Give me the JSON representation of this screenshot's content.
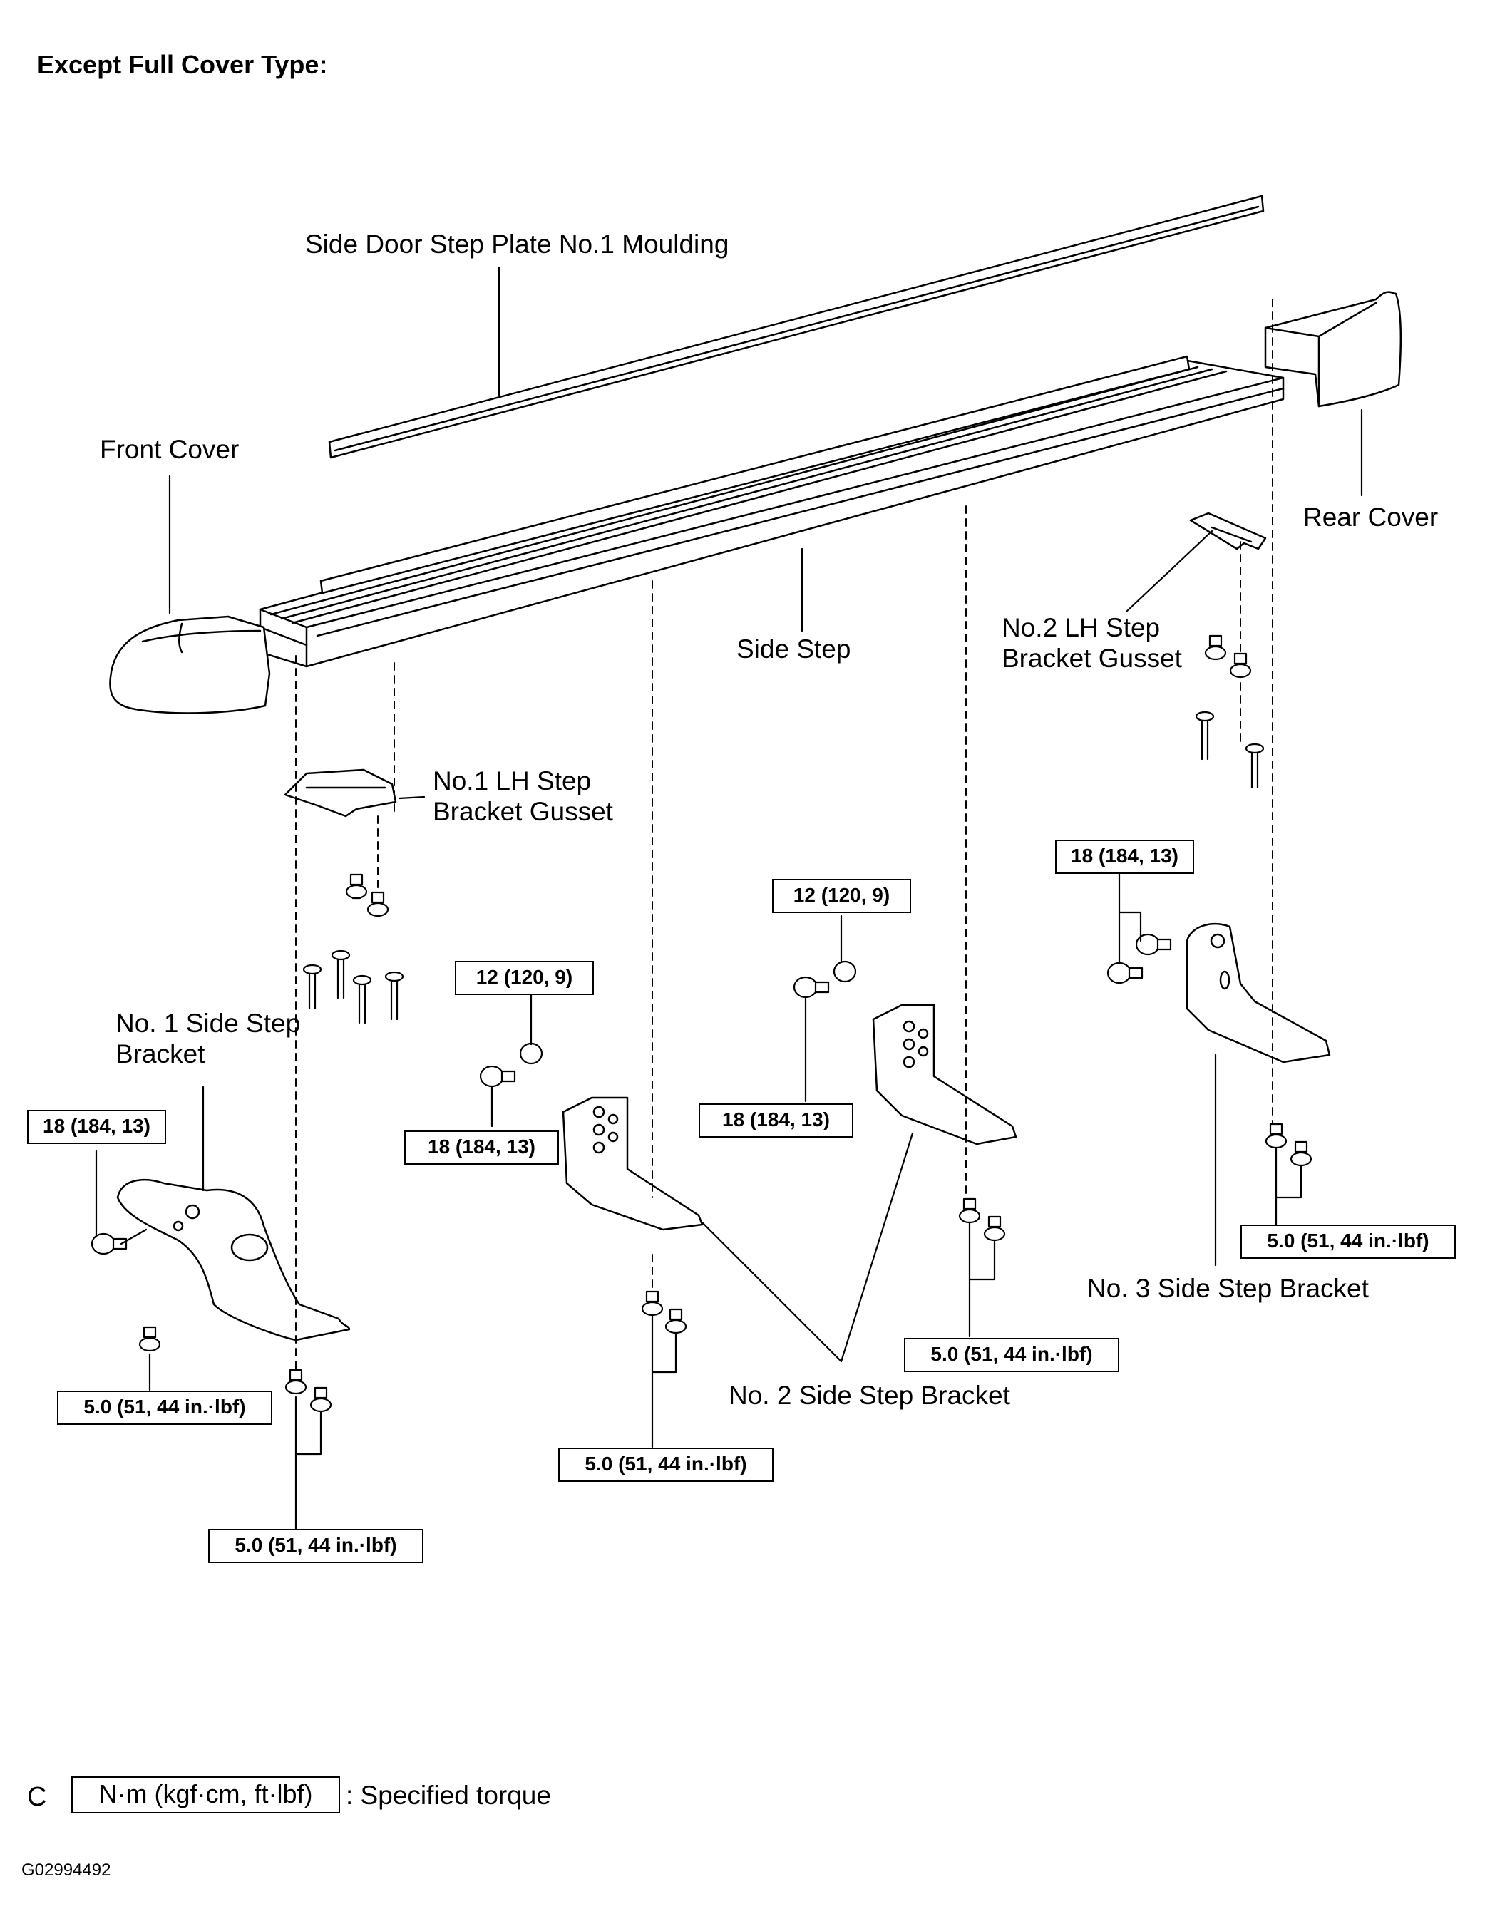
{
  "title": "Except Full Cover Type:",
  "labels": {
    "moulding": "Side Door Step Plate No.1 Moulding",
    "front_cover": "Front Cover",
    "rear_cover": "Rear Cover",
    "side_step": "Side Step",
    "gusset2": "No.2 LH Step Bracket Gusset",
    "gusset1": "No.1 LH Step Bracket Gusset",
    "bracket1": "No. 1 Side Step Bracket",
    "bracket2": "No. 2 Side Step Bracket",
    "bracket3": "No. 3 Side Step Bracket"
  },
  "torques": {
    "t18_a": "18 (184, 13)",
    "t18_b": "18 (184, 13)",
    "t18_c": "18 (184, 13)",
    "t18_d": "18 (184, 13)",
    "t12_a": "12 (120, 9)",
    "t12_b": "12 (120, 9)",
    "t5_a": "5.0 (51, 44 in.·lbf)",
    "t5_b": "5.0 (51, 44 in.·lbf)",
    "t5_c": "5.0 (51, 44 in.·lbf)",
    "t5_d": "5.0 (51, 44 in.·lbf)",
    "t5_e": "5.0 (51, 44 in.·lbf)"
  },
  "footer": {
    "letter": "C",
    "legend_box": "N·m (kgf·cm, ft·lbf)",
    "legend_text": ": Specified torque",
    "figure_code": "G02994492"
  }
}
